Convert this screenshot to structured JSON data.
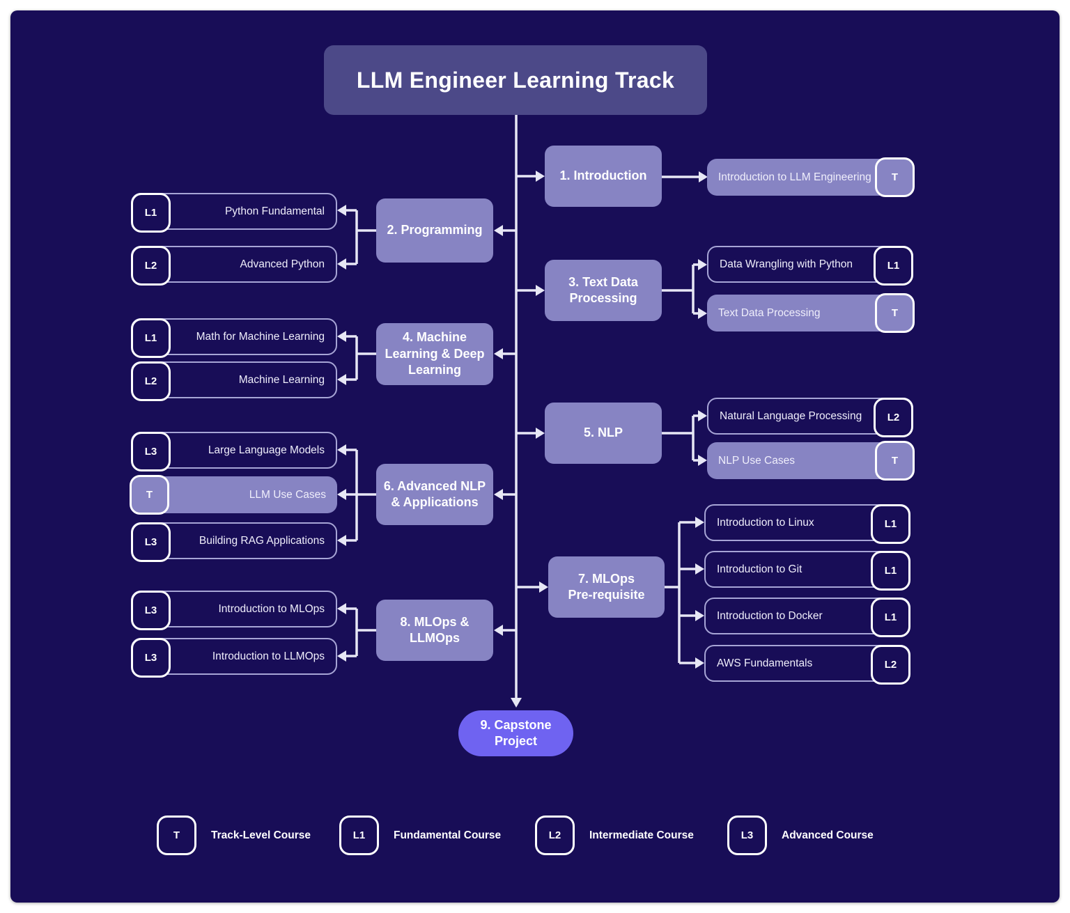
{
  "title": "LLM Engineer Learning Track",
  "nodes": {
    "n1": "1. Introduction",
    "n2": "2. Programming",
    "n3": "3. Text Data\nProcessing",
    "n4": "4. Machine\nLearning & Deep\nLearning",
    "n5": "5. NLP",
    "n6": "6. Advanced NLP\n& Applications",
    "n7": "7. MLOps\nPre-requisite",
    "n8": "8. MLOps &\nLLMOps",
    "n9": "9. Capstone\nProject"
  },
  "courses": [
    {
      "name": "Introduction to LLM Engineering",
      "level": "T"
    },
    {
      "name": "Python Fundamental",
      "level": "L1"
    },
    {
      "name": "Advanced Python",
      "level": "L2"
    },
    {
      "name": "Data Wrangling with Python",
      "level": "L1"
    },
    {
      "name": "Text Data Processing",
      "level": "T"
    },
    {
      "name": "Math for Machine Learning",
      "level": "L1"
    },
    {
      "name": "Machine Learning",
      "level": "L2"
    },
    {
      "name": "Natural Language Processing",
      "level": "L2"
    },
    {
      "name": "NLP Use Cases",
      "level": "T"
    },
    {
      "name": "Large Language Models",
      "level": "L3"
    },
    {
      "name": "LLM Use Cases",
      "level": "T"
    },
    {
      "name": "Building RAG Applications",
      "level": "L3"
    },
    {
      "name": "Introduction to Linux",
      "level": "L1"
    },
    {
      "name": "Introduction to Git",
      "level": "L1"
    },
    {
      "name": "Introduction to Docker",
      "level": "L1"
    },
    {
      "name": "AWS Fundamentals",
      "level": "L2"
    },
    {
      "name": "Introduction to MLOps",
      "level": "L3"
    },
    {
      "name": "Introduction to LLMOps",
      "level": "L3"
    }
  ],
  "legend": [
    {
      "badge": "T",
      "label": "Track-Level Course"
    },
    {
      "badge": "L1",
      "label": "Fundamental Course"
    },
    {
      "badge": "L2",
      "label": "Intermediate Course"
    },
    {
      "badge": "L3",
      "label": "Advanced Course"
    }
  ],
  "colors": {
    "background": "#180d57",
    "frame": "#ffffff",
    "title_box": "#4c4988",
    "node": "#8784c3",
    "track_course": "#8784c3",
    "course_border": "#a7a5d6",
    "capstone": "#6f63f1",
    "line": "#e7e7f5"
  }
}
